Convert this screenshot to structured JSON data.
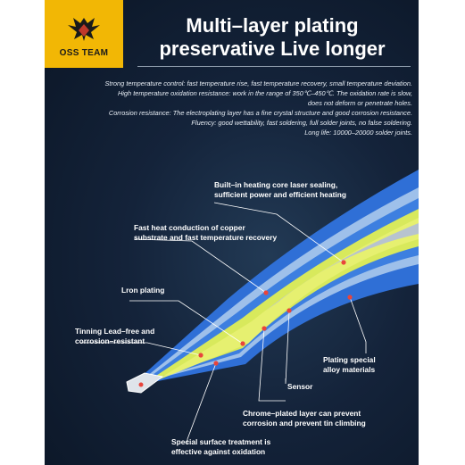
{
  "brand": {
    "name": "OSS TEAM",
    "background": "#f2b705"
  },
  "headline": {
    "line1": "Multi–layer plating",
    "line2": "preservative Live longer"
  },
  "description": [
    "Strong temperature control: fast temperature rise, fast temperature recovery, small temperature deviation.",
    "High temperature oxidation resistance: work in the range of 350℃–450℃. The oxidation rate is slow,",
    "does not deform or penetrate holes.",
    "Corrosion resistance: The electroplating layer has a fine crystal structure and good corrosion resistance.",
    "Fluency: good wettability, fast soldering, full solder joints, no false soldering.",
    "Long life: 10000–20000 solder joints."
  ],
  "callouts": {
    "heating_core": {
      "line1": "Built–in heating core laser sealing,",
      "line2": "sufficient power and efficient heating"
    },
    "copper": {
      "line1": "Fast heat conduction of copper",
      "line2": "substrate and fast temperature recovery"
    },
    "iron": {
      "line1": "Lron plating"
    },
    "tinning": {
      "line1": "Tinning Lead–free and",
      "line2": "corrosion–resistant"
    },
    "alloy": {
      "line1": "Plating special",
      "line2": "alloy materials"
    },
    "sensor": {
      "line1": "Sensor"
    },
    "chrome": {
      "line1": "Chrome–plated layer can prevent",
      "line2": "corrosion and prevent tin climbing"
    },
    "surface": {
      "line1": "Special surface treatment is",
      "line2": "effective against oxidation"
    }
  },
  "colors": {
    "poster_bg": "#14233a",
    "outer_layer": "#2f6fd6",
    "chrome_layer": "#9ec0ea",
    "iron_layer": "#d8e95c",
    "copper_layer": "#e6f070",
    "core": "#b7c3cf",
    "marker": "#e8453c",
    "leader": "#ffffff"
  },
  "icons": [
    "eagle-emblem-icon"
  ]
}
